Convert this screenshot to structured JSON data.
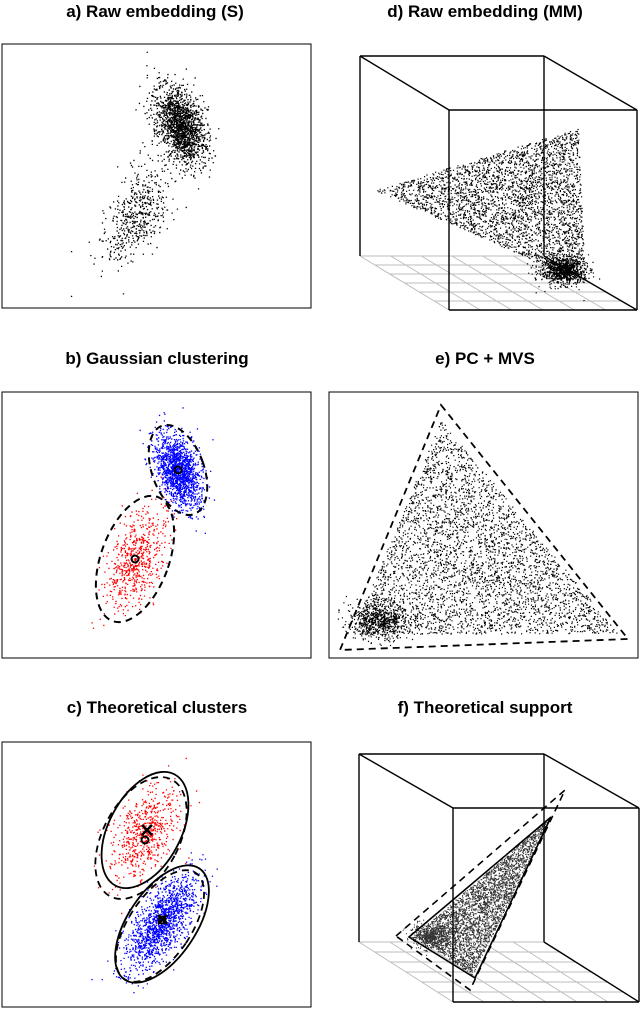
{
  "figure": {
    "panels": [
      {
        "id": "a",
        "title": "a) Raw embedding (S)"
      },
      {
        "id": "d",
        "title": "d) Raw embedding (MM)"
      },
      {
        "id": "b",
        "title": "b) Gaussian clustering"
      },
      {
        "id": "e",
        "title": "e) PC + MVS"
      },
      {
        "id": "c",
        "title": "c) Theoretical clusters"
      },
      {
        "id": "f",
        "title": "f) Theoretical support"
      }
    ]
  },
  "colors": {
    "points": "#000000",
    "cluster_red": "#ff0000",
    "cluster_blue": "#0000ff",
    "grid": "#bdbdbd"
  },
  "chart_data": [
    {
      "panel": "a",
      "type": "scatter",
      "title": "a) Raw embedding (S)",
      "axes_visible": false,
      "point_clouds": [
        {
          "points": 1800,
          "center": [
            0.63,
            0.72
          ],
          "sd": [
            0.055,
            0.085
          ],
          "rotation_deg": 20
        },
        {
          "points": 550,
          "center": [
            0.45,
            0.32
          ],
          "sd": [
            0.06,
            0.11
          ],
          "rotation_deg": 25
        }
      ]
    },
    {
      "panel": "d",
      "type": "scatter",
      "title": "d) Raw embedding (MM)",
      "projection": "3d",
      "point_cloud": {
        "points": 3500,
        "shape": "simplex (triangle) in 3D"
      }
    },
    {
      "panel": "b",
      "type": "scatter",
      "title": "b) Gaussian clustering",
      "series": [
        {
          "color": "blue",
          "points": 1600,
          "center": [
            0.63,
            0.72
          ],
          "ellipse": "dashed",
          "center_marker": "circle"
        },
        {
          "color": "red",
          "points": 650,
          "center": [
            0.45,
            0.37
          ],
          "ellipse": "dashed",
          "center_marker": "circle"
        }
      ]
    },
    {
      "panel": "e",
      "type": "scatter",
      "title": "e) PC + MVS",
      "point_cloud": {
        "points": 4000,
        "shape": "triangle"
      },
      "fitted_simplex": "dashed triangle"
    },
    {
      "panel": "c",
      "type": "scatter",
      "title": "c) Theoretical clusters",
      "series": [
        {
          "color": "red",
          "points": 650,
          "center": [
            0.48,
            0.66
          ],
          "ellipses": [
            "solid",
            "dashed"
          ],
          "center_markers": [
            "cross",
            "circle"
          ]
        },
        {
          "color": "blue",
          "points": 1500,
          "center": [
            0.56,
            0.31
          ],
          "ellipses": [
            "solid",
            "dashed"
          ],
          "center_markers": [
            "cross",
            "circle"
          ]
        }
      ]
    },
    {
      "panel": "f",
      "type": "scatter",
      "title": "f) Theoretical support",
      "projection": "3d",
      "point_cloud": {
        "points": 3500,
        "shape": "simplex (triangle) in 3D"
      },
      "support": [
        "solid triangle",
        "dashed triangle"
      ]
    }
  ]
}
